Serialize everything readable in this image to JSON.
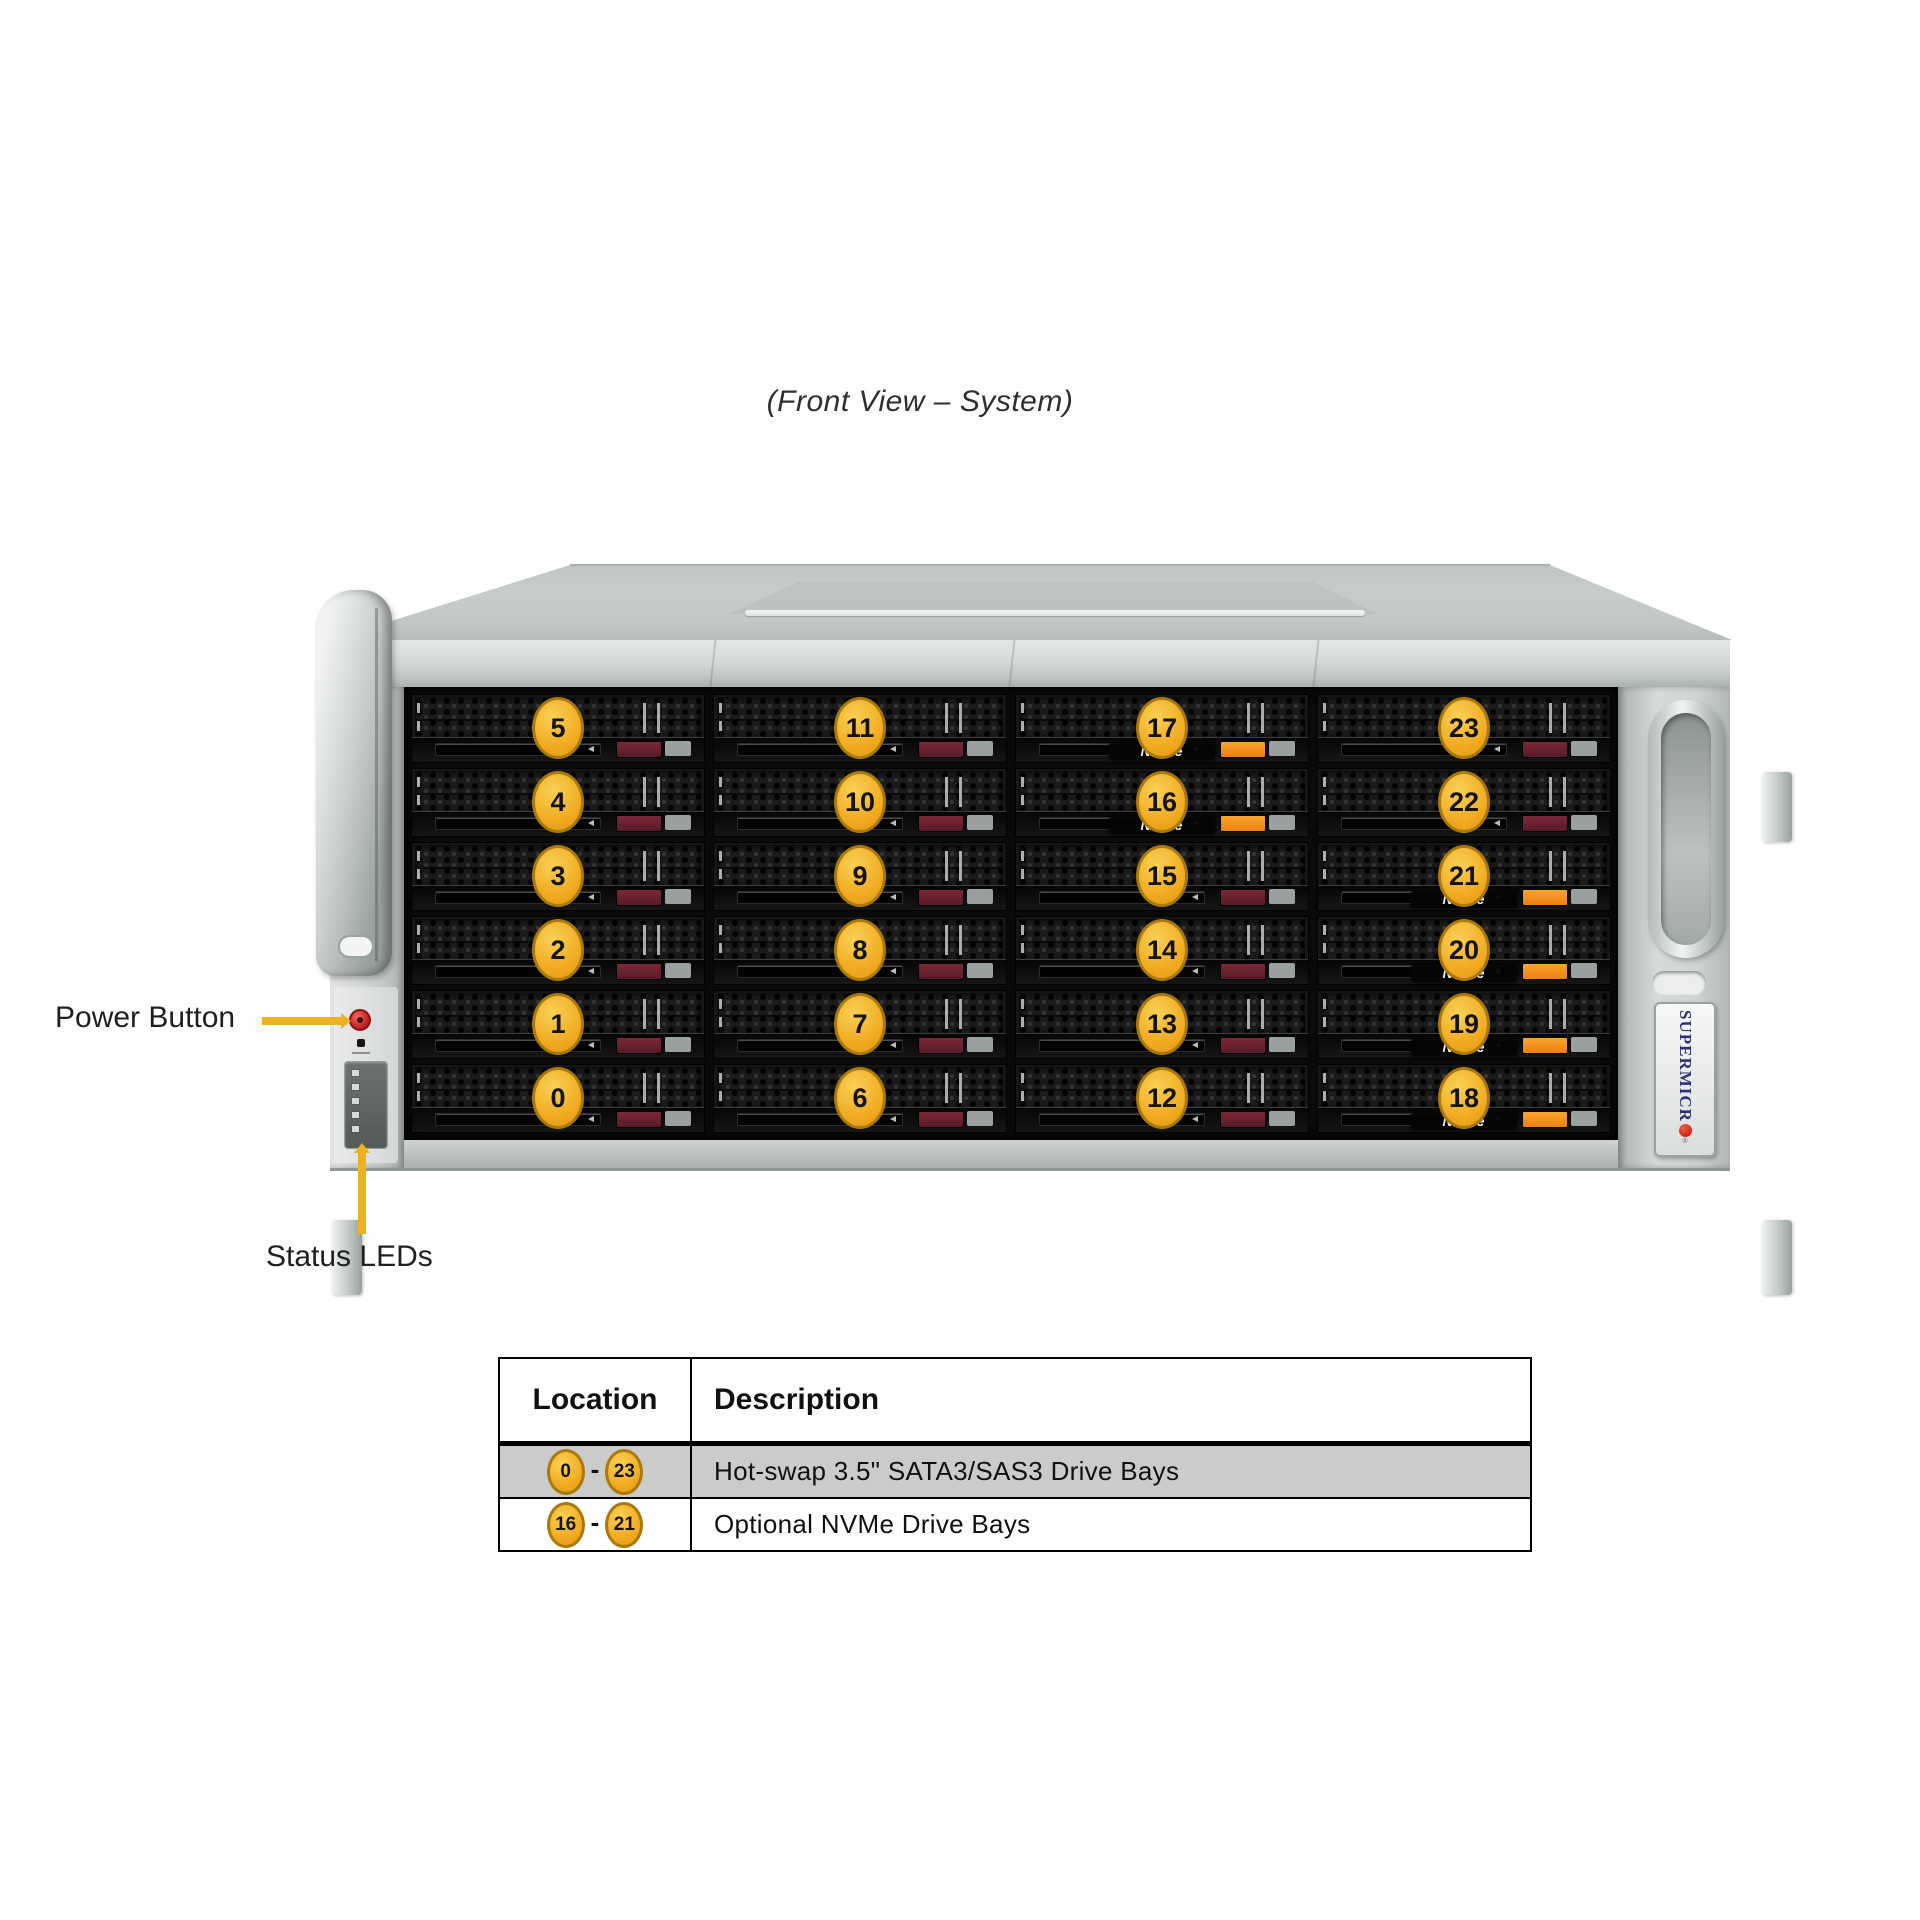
{
  "title": "(Front View – System)",
  "annotations": {
    "power_button": "Power Button",
    "status_leds": "Status LEDs"
  },
  "branding": {
    "logo_text": "SUPERMICR",
    "logo_dot_icon": "red-dot-o",
    "logo_reg": "®"
  },
  "drive_bays": {
    "columns": [
      [
        5,
        4,
        3,
        2,
        1,
        0
      ],
      [
        11,
        10,
        9,
        8,
        7,
        6
      ],
      [
        17,
        16,
        15,
        14,
        13,
        12
      ],
      [
        23,
        22,
        21,
        20,
        19,
        18
      ]
    ],
    "nvme_bays": [
      16,
      17,
      18,
      19,
      20,
      21
    ],
    "nvme_label": "NVMe"
  },
  "table": {
    "headers": [
      "Location",
      "Description"
    ],
    "separator": "-",
    "rows": [
      {
        "from": "0",
        "to": "23",
        "description": "Hot-swap 3.5\" SATA3/SAS3 Drive Bays",
        "shaded": true
      },
      {
        "from": "16",
        "to": "21",
        "description": "Optional NVMe Drive Bays",
        "shaded": false
      }
    ]
  },
  "colors": {
    "accent_yellow": "#EFAF20",
    "arrow_yellow": "#EDB21F",
    "nvme_orange": "#F28A1E",
    "latch_maroon": "#6E2233",
    "power_red": "#D22B2B",
    "logo_navy": "#2E3174"
  }
}
